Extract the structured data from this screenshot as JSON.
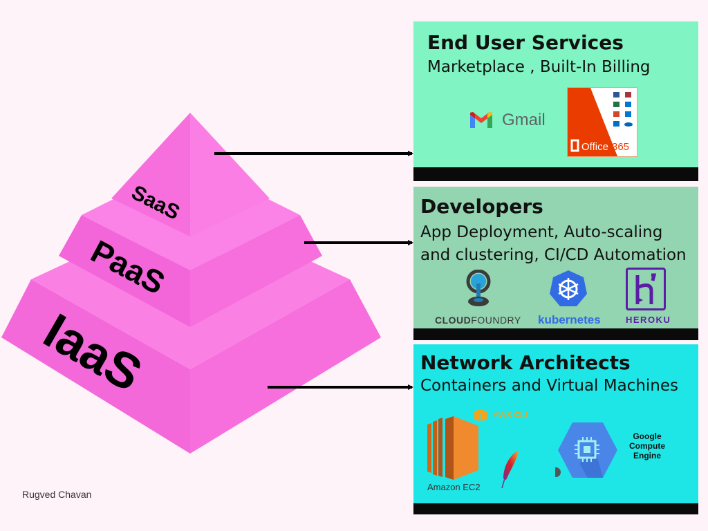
{
  "pyramid": {
    "levels": [
      {
        "label": "SaaS",
        "color": "#f97ae0"
      },
      {
        "label": "PaaS",
        "color": "#f678de"
      },
      {
        "label": "IaaS",
        "color": "#f572dc"
      }
    ]
  },
  "panels": [
    {
      "title": "End User Services",
      "subtitle_lines": [
        "Marketplace , Built-In Billing"
      ],
      "background": "#80f4c3",
      "logos": [
        "Gmail",
        "Office365"
      ]
    },
    {
      "title": "Developers",
      "subtitle_lines": [
        "App Deployment, Auto-scaling",
        "and clustering, CI/CD Automation"
      ],
      "background": "#93d4b1",
      "logos": [
        "CLOUD",
        "FOUNDRY",
        "kubernetes",
        "HEROKU"
      ]
    },
    {
      "title": "Network Architects",
      "subtitle_lines": [
        "Containers and Virtual Machines"
      ],
      "background": "#1fe6e6",
      "logos": [
        "AWS",
        "CLI",
        "Amazon EC2",
        "Google",
        "Compute",
        "Engine"
      ]
    }
  ],
  "author": "Rugved Chavan"
}
